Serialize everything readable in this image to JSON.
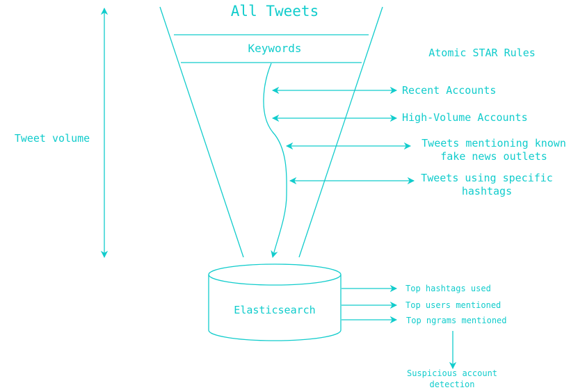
{
  "colors": {
    "accent": "#11cccc",
    "background": "#ffffff"
  },
  "funnel": {
    "title": "All Tweets",
    "keywords": "Keywords"
  },
  "volume_label": "Tweet volume",
  "rules": {
    "title": "Atomic STAR Rules",
    "items": [
      {
        "line1": "Recent Accounts"
      },
      {
        "line1": "High-Volume Accounts"
      },
      {
        "line1": "Tweets mentioning known",
        "line2": "fake news outlets"
      },
      {
        "line1": "Tweets using specific",
        "line2": "hashtags"
      }
    ]
  },
  "database": {
    "label": "Elasticsearch"
  },
  "outputs": [
    "Top hashtags used",
    "Top users mentioned",
    "Top ngrams mentioned"
  ],
  "result": {
    "line1": "Suspicious account",
    "line2": "detection"
  }
}
